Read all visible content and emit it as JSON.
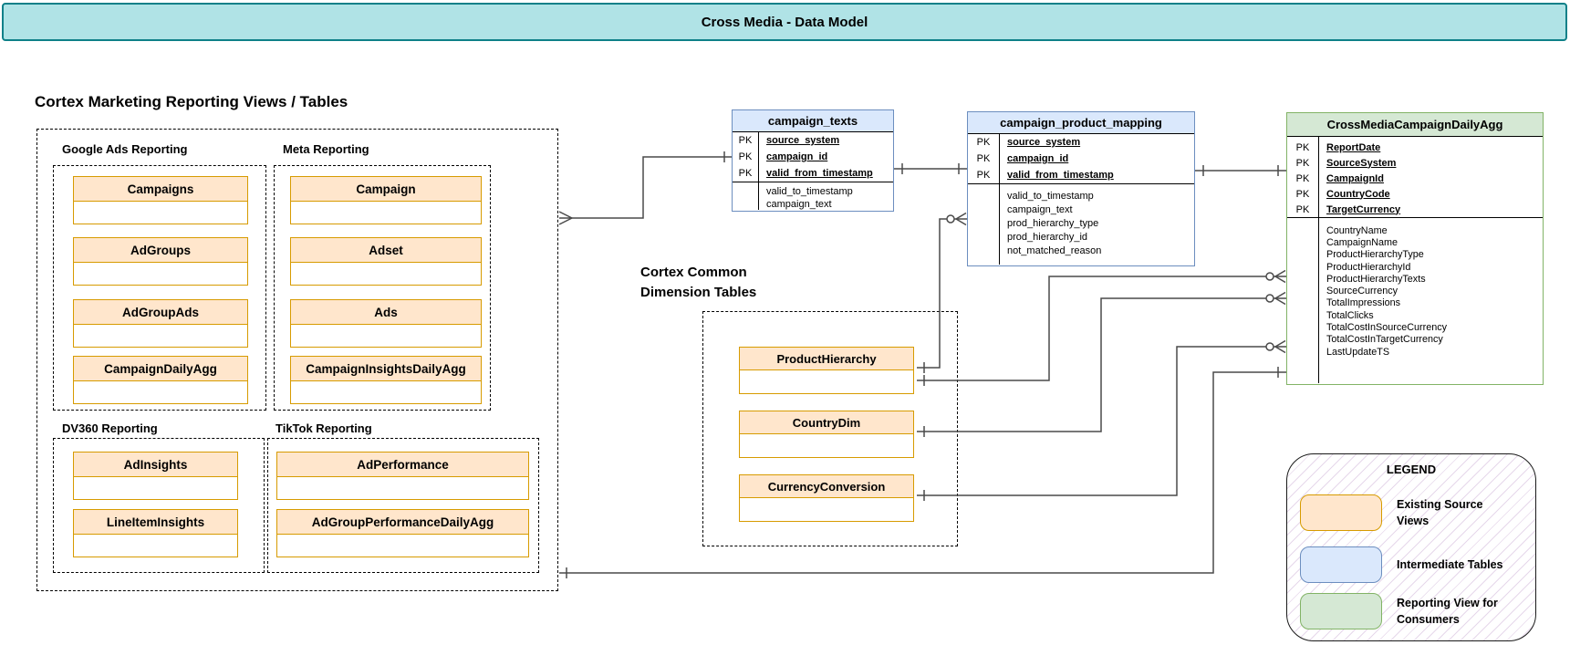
{
  "banner": {
    "title": "Cross Media - Data Model"
  },
  "colors": {
    "banner_fill": "#B0E3E6",
    "banner_border": "#0E8088",
    "source_fill": "#FFE6CC",
    "source_border": "#D79B00",
    "intermediate_fill": "#DAE8FC",
    "intermediate_border": "#6C8EBF",
    "reporting_fill": "#D5E8D4",
    "reporting_border": "#82B366"
  },
  "marketing_section": {
    "title": "Cortex Marketing Reporting Views / Tables",
    "groups": [
      {
        "label": "Google Ads Reporting",
        "tables": [
          "Campaigns",
          "AdGroups",
          "AdGroupAds",
          "CampaignDailyAgg"
        ]
      },
      {
        "label": "Meta Reporting",
        "tables": [
          "Campaign",
          "Adset",
          "Ads",
          "CampaignInsightsDailyAgg"
        ]
      },
      {
        "label": "DV360 Reporting",
        "tables": [
          "AdInsights",
          "LineItemInsights"
        ]
      },
      {
        "label": "TikTok Reporting",
        "tables": [
          "AdPerformance",
          "AdGroupPerformanceDailyAgg"
        ]
      }
    ]
  },
  "dimension_section": {
    "title_line1": "Cortex Common",
    "title_line2": "Dimension Tables",
    "tables": [
      "ProductHierarchy",
      "CountryDim",
      "CurrencyConversion"
    ]
  },
  "entities": {
    "campaign_texts": {
      "title": "campaign_texts",
      "pk_label": "PK",
      "pk_fields": [
        "source_system",
        "campaign_id",
        "valid_from_timestamp"
      ],
      "fields": [
        "valid_to_timestamp",
        "campaign_text"
      ]
    },
    "campaign_product_mapping": {
      "title": "campaign_product_mapping",
      "pk_label": "PK",
      "pk_fields": [
        "source_system",
        "campaign_id",
        "valid_from_timestamp"
      ],
      "fields": [
        "valid_to_timestamp",
        "campaign_text",
        "prod_hierarchy_type",
        "prod_hierarchy_id",
        "not_matched_reason"
      ]
    },
    "cross_media": {
      "title": "CrossMediaCampaignDailyAgg",
      "pk_label": "PK",
      "pk_fields": [
        "ReportDate",
        "SourceSystem",
        "CampaignId",
        "CountryCode",
        "TargetCurrency"
      ],
      "fields": [
        "CountryName",
        "CampaignName",
        "ProductHierarchyType",
        "ProductHierarchyId",
        "ProductHierarchyTexts",
        "SourceCurrency",
        "TotalImpressions",
        "TotalClicks",
        "TotalCostInSourceCurrency",
        "TotalCostInTargetCurrency",
        "LastUpdateTS"
      ]
    }
  },
  "legend": {
    "title": "LEGEND",
    "items": [
      {
        "label": "Existing Source Views",
        "color": "#FFE6CC",
        "border": "#D79B00"
      },
      {
        "label": "Intermediate Tables",
        "color": "#DAE8FC",
        "border": "#6C8EBF"
      },
      {
        "label": "Reporting View for Consumers",
        "color": "#D5E8D4",
        "border": "#82B366"
      }
    ]
  }
}
